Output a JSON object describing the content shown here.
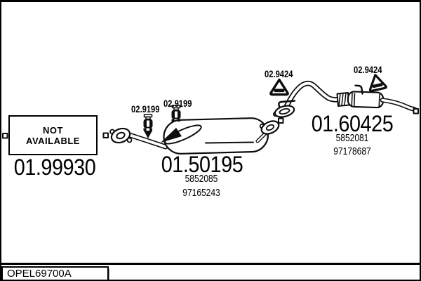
{
  "page": {
    "background": "#ffffff",
    "line_color": "#0d0d0d",
    "type": "exhaust-system-parts-diagram"
  },
  "not_available_box": {
    "line1": "NOT",
    "line2": "AVAILABLE"
  },
  "assemblies": {
    "front": {
      "part_number": "01.99930"
    },
    "middle": {
      "part_number": "01.50195",
      "oe_ref_1": "5852085",
      "oe_ref_2": "97165243",
      "hanger_label_1": "02.9199",
      "hanger_label_2": "02.9199"
    },
    "rear": {
      "part_number": "01.60425",
      "oe_ref_1": "5852081",
      "oe_ref_2": "97178687",
      "hanger_label_1": "02.9424",
      "hanger_label_2": "02.9424"
    }
  },
  "icons": {
    "rubber_hanger": "spool-rubber-mount-icon",
    "triangle_hanger": "triangle-rubber-mount-icon",
    "connector_square": "joint-marker-icon",
    "flange": "exhaust-flange-icon"
  },
  "footer": {
    "part_code": "OPEL69700A"
  }
}
